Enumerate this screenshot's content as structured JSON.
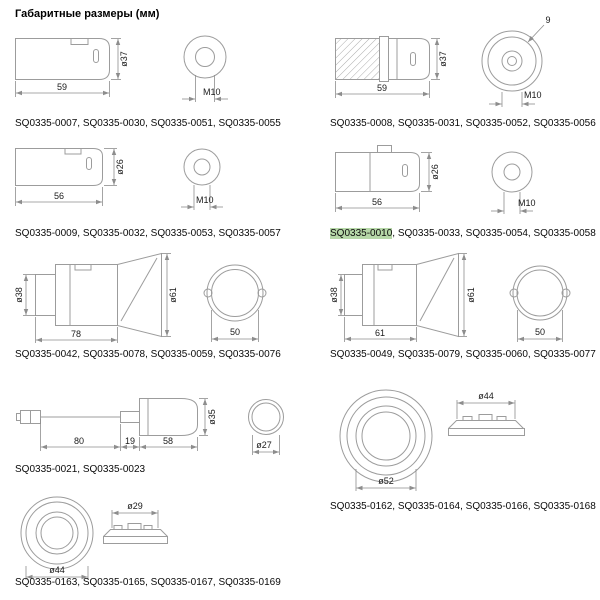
{
  "page": {
    "title": "Габаритные размеры (мм)"
  },
  "highlight_color": "#b6d7a8",
  "groups": {
    "a": {
      "caption": "SQ0335-0007, SQ0335-0030, SQ0335-0051, SQ0335-0055",
      "dims": {
        "diameter": "ø37",
        "length": "59",
        "thread": "M10"
      }
    },
    "b": {
      "caption": "SQ0335-0008, SQ0335-0031, SQ0335-0052, SQ0335-0056",
      "dims": {
        "diameter": "ø37",
        "length": "59",
        "thread": "M10",
        "skirt": "9"
      }
    },
    "c": {
      "caption": "SQ0335-0009, SQ0335-0032, SQ0335-0053, SQ0335-0057",
      "dims": {
        "diameter": "ø26",
        "length": "56",
        "thread": "M10"
      }
    },
    "d": {
      "caption_highlight": "SQ0335-0010",
      "caption_rest": ", SQ0335-0033, SQ0335-0054, SQ0335-0058",
      "dims": {
        "diameter": "ø26",
        "length": "56",
        "thread": "M10"
      }
    },
    "e": {
      "caption": "SQ0335-0042, SQ0335-0078, SQ0335-0059, SQ0335-0076",
      "dims": {
        "neck": "ø38",
        "length": "78",
        "skirt": "ø61",
        "front": "50"
      }
    },
    "f": {
      "caption": "SQ0335-0049, SQ0335-0079, SQ0335-0060, SQ0335-0077",
      "dims": {
        "neck": "ø38",
        "length": "61",
        "skirt": "ø61",
        "front": "50"
      }
    },
    "g": {
      "caption": "SQ0335-0021, SQ0335-0023",
      "dims": {
        "cord": "80",
        "bush": "19",
        "body": "58",
        "diameter": "ø35",
        "front": "ø27"
      }
    },
    "h": {
      "caption": "SQ0335-0162, SQ0335-0164, SQ0335-0166, SQ0335-0168",
      "dims": {
        "front": "ø52",
        "side": "ø44"
      }
    },
    "i": {
      "caption": "SQ0335-0163, SQ0335-0165, SQ0335-0167, SQ0335-0169",
      "dims": {
        "front": "ø44",
        "side": "ø29"
      }
    }
  }
}
